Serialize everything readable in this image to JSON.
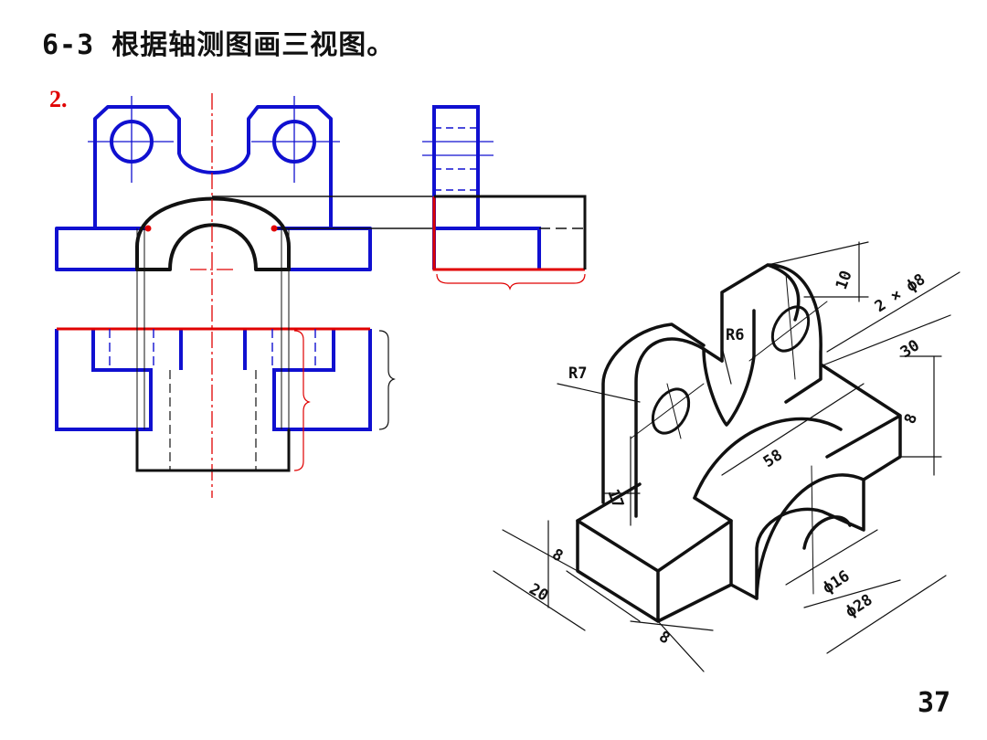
{
  "page": {
    "title": "6-3 根据轴测图画三视图。",
    "sub_label": "2.",
    "page_number": "37"
  },
  "colors": {
    "visible_edge": "#1010d0",
    "section_edge": "#e00000",
    "added_edge": "#111111",
    "center_line": "#e00000",
    "red_point": "#e00000"
  },
  "isometric": {
    "dimensions": {
      "r7": "R7",
      "r6": "R6",
      "holes": "2 × ϕ8",
      "d10": "10",
      "d30": "30",
      "d8_right": "8",
      "d58": "58",
      "d17": "17",
      "d8_front": "8",
      "d20": "20",
      "d8_bottom": "8",
      "phi16": "ϕ16",
      "phi28": "ϕ28"
    }
  }
}
